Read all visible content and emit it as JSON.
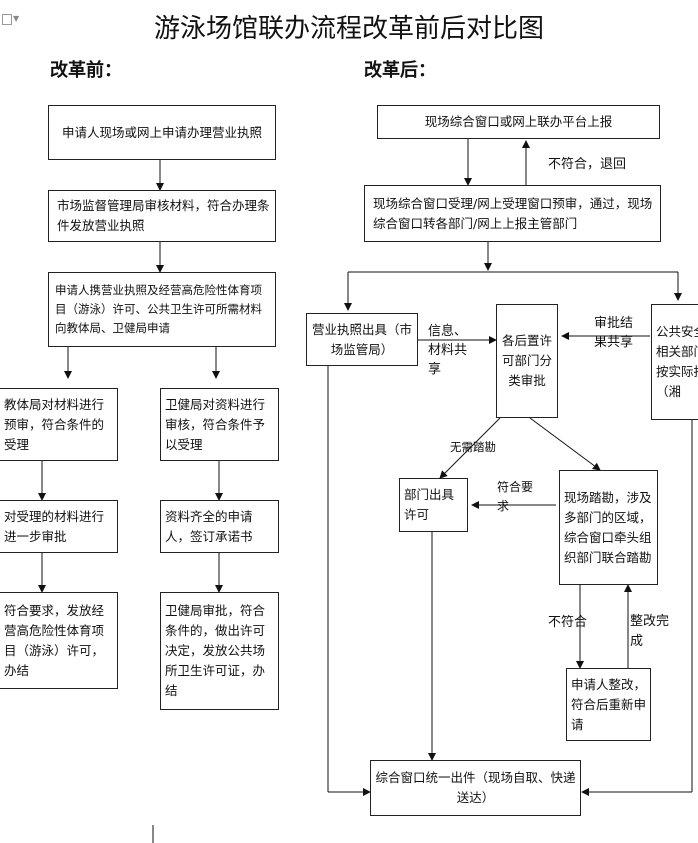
{
  "title": "游泳场馆联办流程改革前后对比图",
  "before": {
    "heading": "改革前：",
    "boxes": {
      "b1": "申请人现场或网上申请办理营业执照",
      "b2": "市场监督管理局审核材料，符合办理条件发放营业执照",
      "b3": "申请人携营业执照及经营高危险性体育项目（游泳）许可、公共卫生许可所需材料向教体局、卫健局申请",
      "b4": "教体局对材料进行预审，符合条件的受理",
      "b5": "对受理的材料进行进一步审批",
      "b6": "符合要求，发放经营高危险性体育项目（游泳）许可，办结",
      "b7": "卫健局对资料进行审核，符合条件予以受理",
      "b8": "资料齐全的申请人，签订承诺书",
      "b9": "卫健局审批，符合条件的，做出许可决定，发放公共场所卫生许可证，办结"
    }
  },
  "after": {
    "heading": "改革后：",
    "boxes": {
      "a1": "现场综合窗口或网上联办平台上报",
      "a2": "现场综合窗口受理/网上受理窗口预审，通过，现场综合窗口转各部门/网上上报主管部门",
      "a3": "营业执照出具（市场监管局）",
      "a4": "各后置许可部门分类审批",
      "a5": "公共安全相关部门按实际批（湘",
      "a6": "部门出具许可",
      "a7": "现场踏勘，涉及多部门的区域，综合窗口牵头组织部门联合踏勘",
      "a8": "申请人整改，符合后重新申请",
      "a9": "综合窗口统一出件（现场自取、快递送达）"
    },
    "labels": {
      "reject_back": "不符合，退回",
      "info_share": "信息、材料共享",
      "approval_share": "审批结果共享",
      "no_survey": "无需踏勘",
      "meets_req": "符合要求",
      "not_meet": "不符合",
      "rectified": "整改完成"
    }
  }
}
